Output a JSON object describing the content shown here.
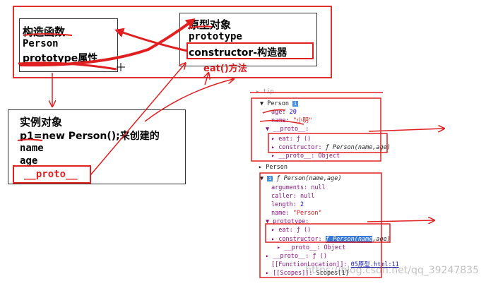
{
  "constructor_box": {
    "title": "构造函数",
    "line2": "Person",
    "line3": "prototype属性"
  },
  "prototype_box": {
    "title": "原型对象",
    "line2": "prototype",
    "line3": "constructor-构造器"
  },
  "annotation": "eat()方法",
  "instance_box": {
    "title": "实例对象",
    "line2": "p1=new Person();来创建的",
    "line3": "name",
    "line4": "age",
    "line5": "__proto__"
  },
  "devtools": {
    "top_cut": "▸ tip",
    "person_obj": {
      "header": "Person",
      "age_key": "age",
      "age_val": "20",
      "name_key": "name",
      "name_val": "\"小明\"",
      "proto": "▼ __proto__:",
      "eat": "▸ eat: ƒ ()",
      "ctor_key": "▸ constructor:",
      "ctor_val": "ƒ Person(name,age)",
      "proto2": "▸ __proto__: Object"
    },
    "person_label": "▸ Person",
    "fn": {
      "header": "ƒ Person(name,age)",
      "arguments": "arguments: null",
      "caller": "caller: null",
      "length_key": "length:",
      "length_val": "2",
      "name_key": "name:",
      "name_val": "\"Person\"",
      "prototype": "▼ prototype:",
      "eat": "▸ eat: ƒ ()",
      "ctor_key": "▸ constructor:",
      "ctor_sel": "ƒ Person(name",
      "ctor_rest": ",age)",
      "proto_obj": "▸ __proto__: Object",
      "proto_fn": "▸ __proto__: ƒ ()",
      "loc_key": "[[FunctionLocation]]:",
      "loc_val": "05原型.html:11",
      "scopes_key": "▸ [[Scopes]]:",
      "scopes_val": "Scopes[1]"
    }
  },
  "watermark": "https://blog.csdn.net/qq_39247835"
}
